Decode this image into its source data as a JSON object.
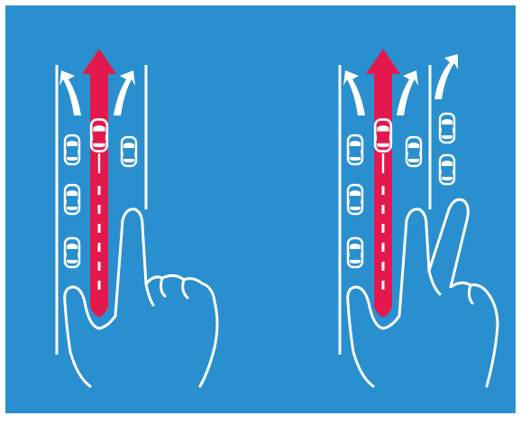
{
  "colors": {
    "background": "#2a8fce",
    "lane_arrow": "#e3194e",
    "line_art": "#ffffff",
    "frame": "#ffffff"
  },
  "panels": [
    {
      "id": "one-finger",
      "fingers_raised": 1,
      "lane_changes": 1,
      "icons": [
        "finger-lane-arrow-icon",
        "car-icon",
        "curved-arrow-icon",
        "hand-icon"
      ]
    },
    {
      "id": "two-fingers",
      "fingers_raised": 2,
      "lane_changes": 2,
      "icons": [
        "finger-lane-arrow-icon",
        "car-icon",
        "curved-arrow-icon",
        "hand-icon"
      ]
    }
  ]
}
